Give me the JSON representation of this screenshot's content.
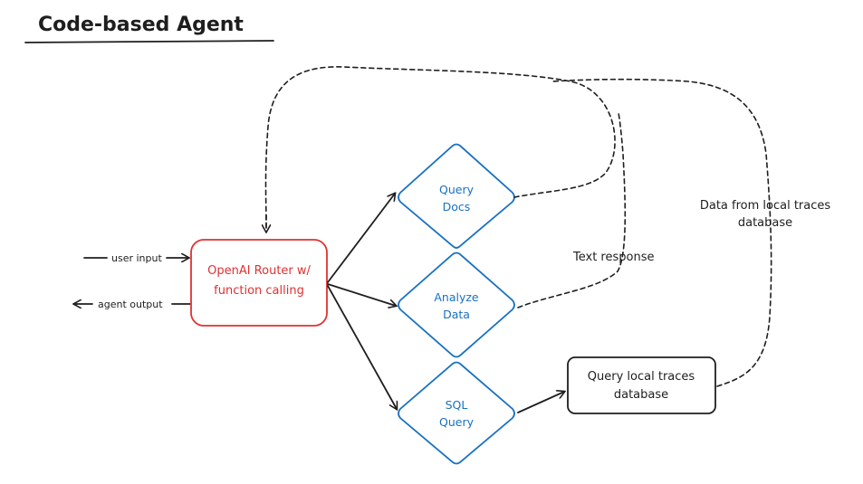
{
  "title": "Code-based Agent",
  "io": {
    "user_input": "user input",
    "agent_output": "agent output"
  },
  "router": {
    "line1": "OpenAI Router w/",
    "line2": "function calling"
  },
  "tools": {
    "query_docs": {
      "line1": "Query",
      "line2": "Docs"
    },
    "analyze_data": {
      "line1": "Analyze",
      "line2": "Data"
    },
    "sql_query": {
      "line1": "SQL",
      "line2": "Query"
    }
  },
  "database_box": {
    "line1": "Query local traces",
    "line2": "database"
  },
  "edge_labels": {
    "text_response": "Text response",
    "data_from_db_line1": "Data from local traces",
    "data_from_db_line2": "database"
  },
  "colors": {
    "ink": "#1e1e1e",
    "router_red": "#e03131",
    "tool_blue": "#1971c2"
  }
}
